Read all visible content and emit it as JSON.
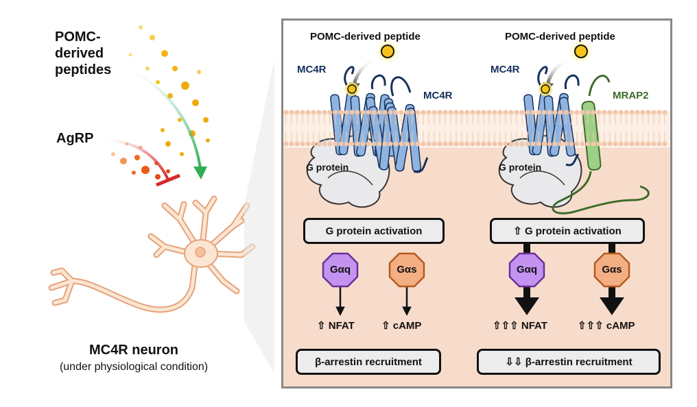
{
  "left": {
    "pomc_label_lines": [
      "POMC-",
      "derived",
      "peptides"
    ],
    "agrp_label": "AgRP",
    "neuron_title": "MC4R neuron",
    "neuron_subtitle": "(under physiological condition)"
  },
  "panel_left": {
    "ligand_label": "POMC-derived peptide",
    "receptor_label_1": "MC4R",
    "receptor_label_2": "MC4R",
    "gprotein_label": "G protein",
    "activation_box": "G protein activation",
    "gaq_label": "Gαq",
    "gas_label": "Gαs",
    "nfat_label": "⇧ NFAT",
    "camp_label": "⇧ cAMP",
    "arrestin_box": "β-arrestin recruitment"
  },
  "panel_right": {
    "ligand_label": "POMC-derived peptide",
    "receptor_label": "MC4R",
    "mrap2_label": "MRAP2",
    "gprotein_label": "G protein",
    "activation_box": "⇧ G protein activation",
    "gaq_label": "Gαq",
    "gas_label": "Gαs",
    "nfat_label": "⇧⇧⇧ NFAT",
    "camp_label": "⇧⇧⇧ cAMP",
    "arrestin_box": "⇩⇩ β-arrestin recruitment"
  },
  "colors": {
    "panel_bg": "#f8dccb",
    "membrane": "#f1c7ab",
    "receptor": "#8fb4e0",
    "receptor_dark": "#15305c",
    "mrap2": "#9dd087",
    "mrap2_dark": "#3e6b2a",
    "gaq": "#c493f0",
    "gas": "#f4ae84",
    "pomc_arrow": "#3cae5e",
    "agrp_inhibit": "#d42a2a",
    "neuron": "#fbe6d2",
    "neuron_stroke": "#e5a27a",
    "ligand": "#f6c31b"
  },
  "icons": [
    "ligand-sun-icon",
    "inhibition-bar-icon",
    "neuron-icon",
    "receptor-helix-icon",
    "octagon-icon",
    "down-arrow-icon"
  ]
}
